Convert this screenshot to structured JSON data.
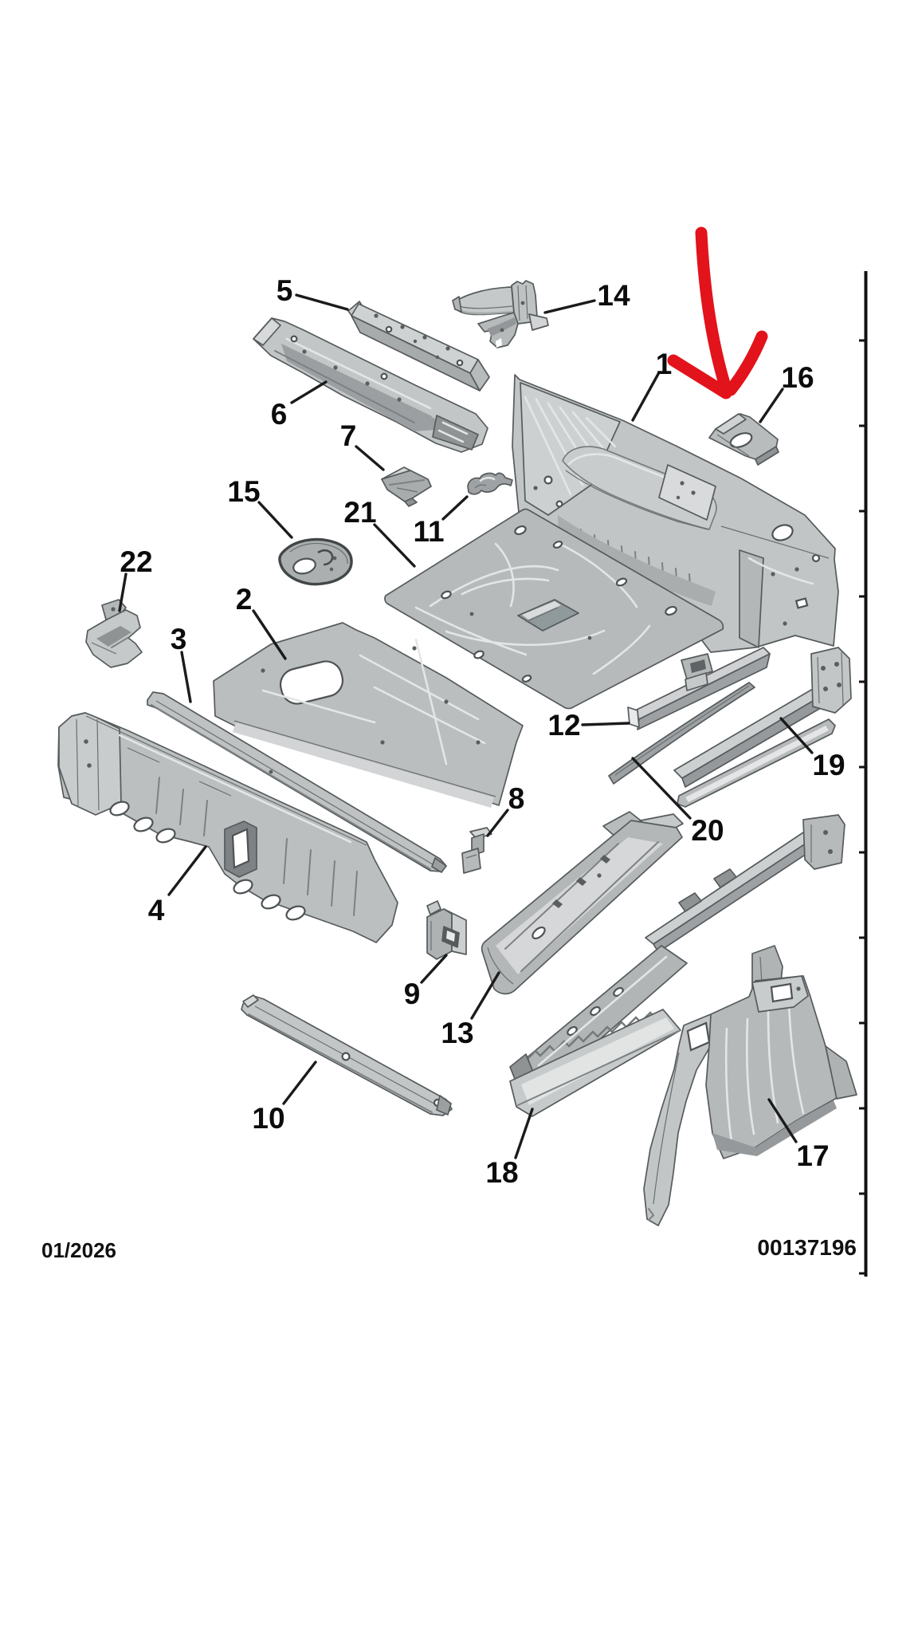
{
  "page": {
    "kind": "exploded-parts-diagram",
    "background_color": "#ffffff",
    "line_color": "#1b1b1b"
  },
  "callouts": [
    {
      "number": "1"
    },
    {
      "number": "2"
    },
    {
      "number": "3"
    },
    {
      "number": "4"
    },
    {
      "number": "5"
    },
    {
      "number": "6"
    },
    {
      "number": "7"
    },
    {
      "number": "8"
    },
    {
      "number": "9"
    },
    {
      "number": "10"
    },
    {
      "number": "11"
    },
    {
      "number": "12"
    },
    {
      "number": "13"
    },
    {
      "number": "14"
    },
    {
      "number": "15"
    },
    {
      "number": "16"
    },
    {
      "number": "17"
    },
    {
      "number": "18"
    },
    {
      "number": "19"
    },
    {
      "number": "20"
    },
    {
      "number": "21"
    },
    {
      "number": "22"
    }
  ],
  "annotation": {
    "name": "hand-drawn-arrow",
    "color": "#e2131b"
  },
  "footer": {
    "date": "01/2026",
    "document_number": "00137196"
  }
}
